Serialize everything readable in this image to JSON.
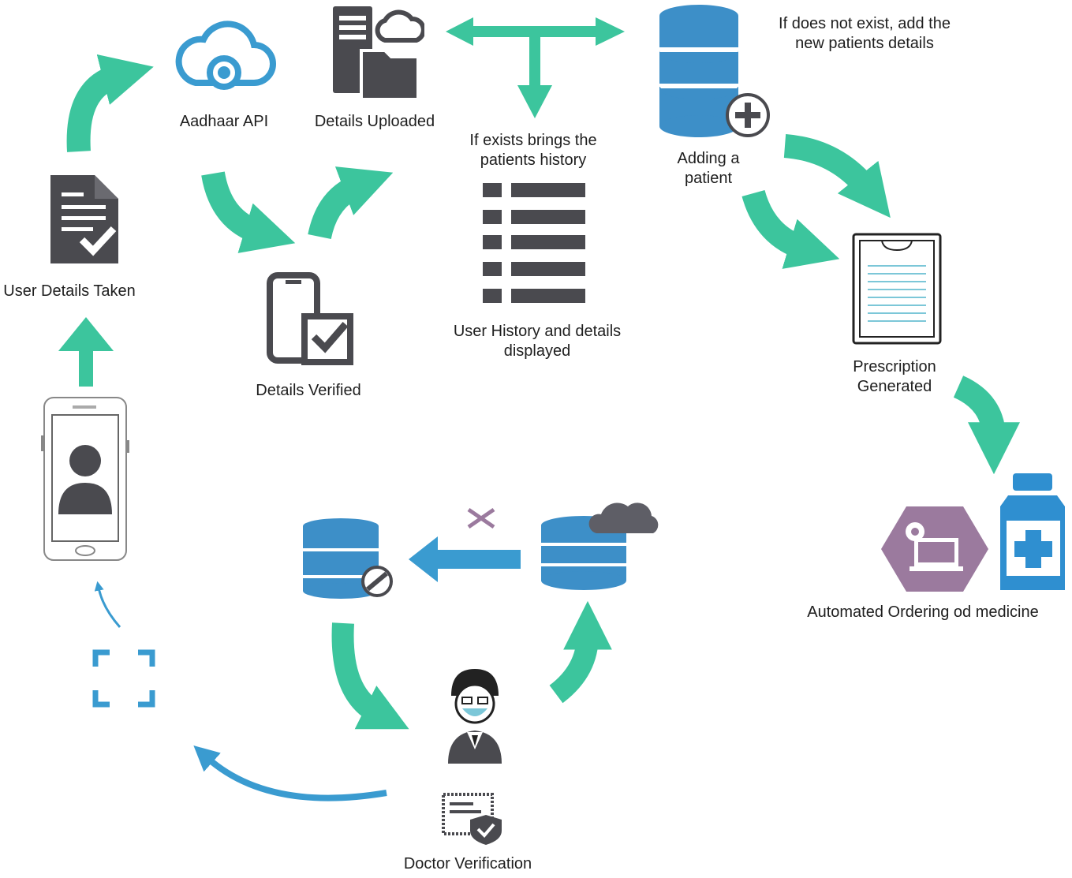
{
  "labels": {
    "aadhaar_api": "Aadhaar API",
    "details_uploaded": "Details Uploaded",
    "if_not_exist_line1": "If does not exist, add the",
    "if_not_exist_line2": "new patients details",
    "if_exists_line1": "If exists brings the",
    "if_exists_line2": "patients history",
    "adding_patient_line1": "Adding a",
    "adding_patient_line2": "patient",
    "user_details_taken": "User Details Taken",
    "details_verified": "Details Verified",
    "user_history_line1": "User History and details",
    "user_history_line2": "displayed",
    "prescription_line1": "Prescription",
    "prescription_line2": "Generated",
    "automated_ordering": "Automated Ordering od medicine",
    "doctor_verification": "Doctor Verification"
  },
  "colors": {
    "arrow_green": "#3cc59d",
    "arrow_blue": "#3a9bd0",
    "db_blue": "#3d8fc8",
    "icon_dark": "#4a4a4f",
    "hex_purple": "#9b7a9e",
    "bottle_blue": "#2f8fd0"
  }
}
